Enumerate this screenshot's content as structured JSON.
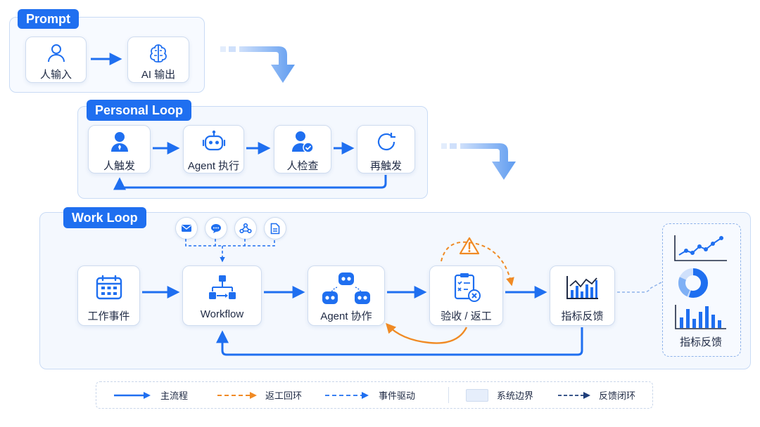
{
  "prompt": {
    "title": "Prompt",
    "nodes": [
      {
        "label": "人输入",
        "icon": "user-icon"
      },
      {
        "label": "AI 输出",
        "icon": "brain-icon"
      }
    ]
  },
  "personal_loop": {
    "title": "Personal Loop",
    "nodes": [
      {
        "label": "人触发",
        "icon": "person-icon"
      },
      {
        "label": "Agent 执行",
        "icon": "robot-icon"
      },
      {
        "label": "人检查",
        "icon": "person-check-icon"
      },
      {
        "label": "再触发",
        "icon": "refresh-icon"
      }
    ]
  },
  "work_loop": {
    "title": "Work Loop",
    "event_sources": [
      "mail-icon",
      "chat-icon",
      "webhook-icon",
      "document-icon"
    ],
    "nodes": [
      {
        "label": "工作事件",
        "icon": "calendar-icon"
      },
      {
        "label": "Workflow",
        "icon": "flowchart-icon"
      },
      {
        "label": "Agent 协作",
        "icon": "robots-icon"
      },
      {
        "label": "验收 / 返工",
        "icon": "checklist-icon"
      },
      {
        "label": "指标反馈",
        "icon": "bar-chart-icon"
      }
    ],
    "kpi_panel": {
      "label": "指标反馈"
    }
  },
  "legend": {
    "items": [
      {
        "label": "主流程"
      },
      {
        "label": "返工回环"
      },
      {
        "label": "事件驱动"
      },
      {
        "label": "系统边界"
      },
      {
        "label": "反馈闭环"
      }
    ]
  },
  "colors": {
    "primary": "#1f6ff0",
    "rework": "#f08a24",
    "panel_bg": "#f4f8fe",
    "panel_border": "#c9dbf5"
  }
}
